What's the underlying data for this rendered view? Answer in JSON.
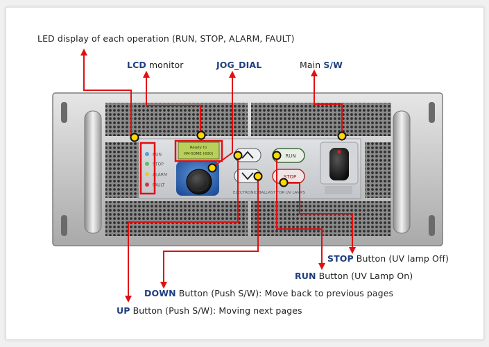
{
  "labels": {
    "led": "LED display of each operation (RUN, STOP, ALARM, FAULT)",
    "lcd_kw": "LCD",
    "lcd_rest": " monitor",
    "jog": "JOG_DIAL",
    "main_pre": "Main ",
    "main_kw": "S/W",
    "stop_kw": "STOP",
    "stop_rest": " Button (UV lamp Off)",
    "run_kw": "RUN",
    "run_rest": " Button (UV Lamp On)",
    "down_kw": "DOWN",
    "down_rest": " Button (Push S/W): Move back to previous pages",
    "up_kw": "UP",
    "up_rest": " Button (Push S/W): Moving next pages"
  },
  "device": {
    "led_labels": [
      "RUN",
      "STOP",
      "ALARM",
      "FAULT"
    ],
    "led_colors": [
      "#4aa3e0",
      "#5fbf5f",
      "#e8c93a",
      "#d23b3b"
    ],
    "lcd_lines": [
      "Ready to",
      "HM-50ME (600)"
    ],
    "run_button": "RUN",
    "stop_button": "STOP",
    "panel_caption": "ELECTRONIC BALLAST FOR UV LAMPS"
  },
  "colors": {
    "callout": "#e01010",
    "marker": "#ffd800",
    "accent": "#1f3f80"
  }
}
